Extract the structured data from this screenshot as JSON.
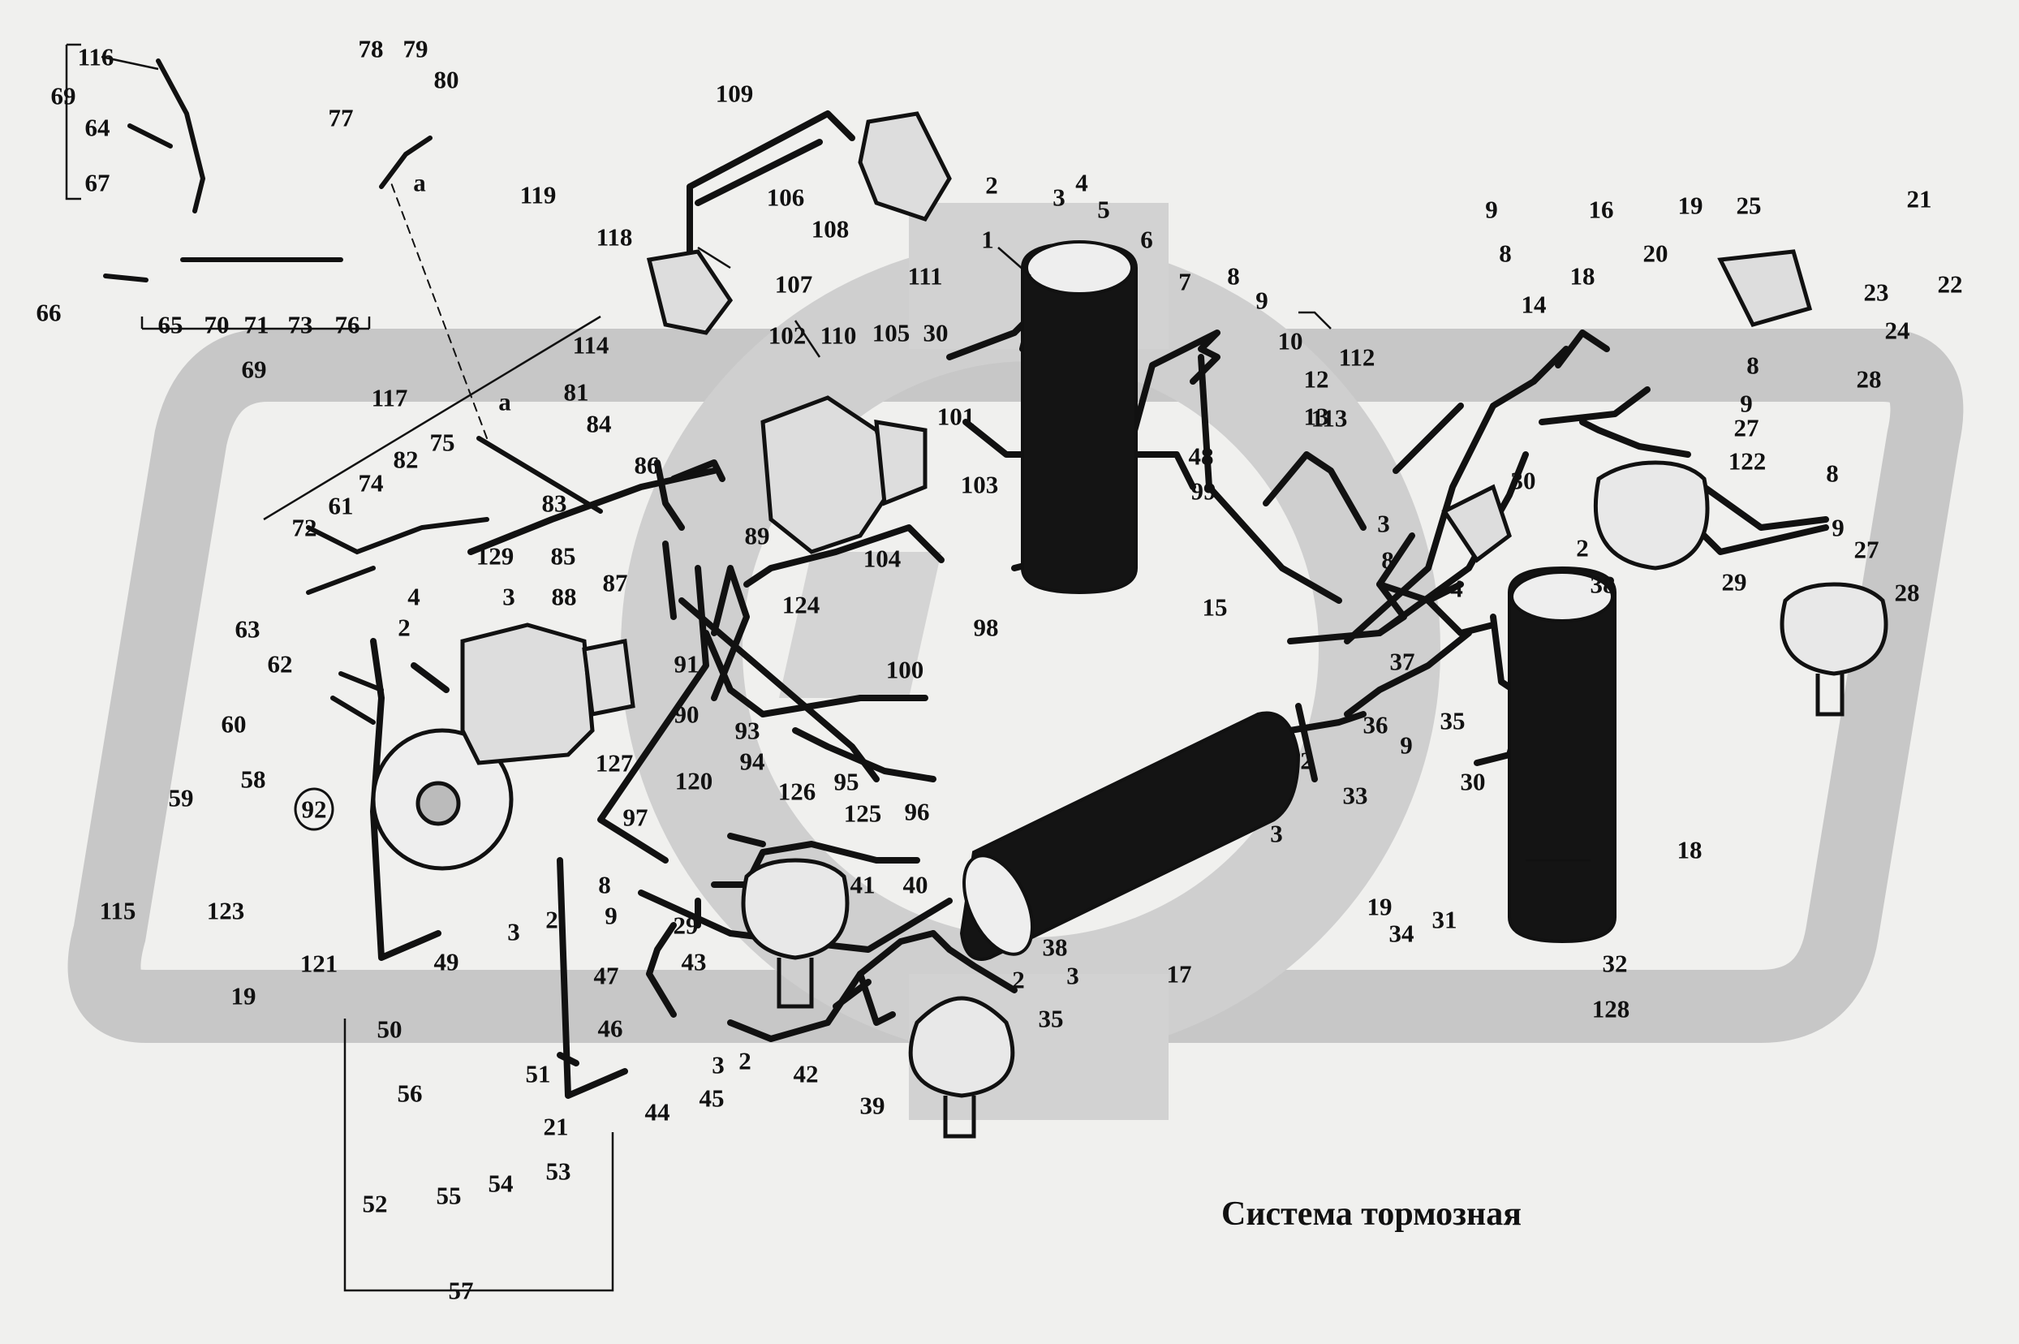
{
  "title": "Система тормозная",
  "labels": [
    "116",
    "69",
    "64",
    "67",
    "66",
    "65",
    "70",
    "71",
    "73",
    "76",
    "69",
    "78",
    "79",
    "80",
    "77",
    "a",
    "109",
    "108",
    "106",
    "107",
    "118",
    "119",
    "114",
    "117",
    "81",
    "a",
    "84",
    "82",
    "75",
    "74",
    "72",
    "61",
    "129",
    "85",
    "87",
    "83",
    "86",
    "63",
    "62",
    "4",
    "3",
    "2",
    "88",
    "60",
    "59",
    "58",
    "92",
    "115",
    "123",
    "19",
    "121",
    "49",
    "3",
    "2",
    "50",
    "51",
    "56",
    "21",
    "53",
    "52",
    "55",
    "54",
    "57",
    "91",
    "90",
    "89",
    "93",
    "94",
    "124",
    "100",
    "127",
    "120",
    "126",
    "95",
    "96",
    "125",
    "97",
    "41",
    "40",
    "8",
    "9",
    "29",
    "43",
    "47",
    "46",
    "3",
    "2",
    "45",
    "44",
    "42",
    "39",
    "35",
    "2",
    "3",
    "38",
    "102",
    "110",
    "105",
    "30",
    "101",
    "103",
    "104",
    "98",
    "111",
    "1",
    "2",
    "3",
    "4",
    "5",
    "6",
    "48",
    "99",
    "7",
    "8",
    "9",
    "10",
    "112",
    "12",
    "13",
    "113",
    "15",
    "9",
    "8",
    "14",
    "30",
    "2",
    "3",
    "8",
    "4",
    "38",
    "37",
    "36",
    "9",
    "35",
    "30",
    "3",
    "2",
    "33",
    "18",
    "19",
    "34",
    "31",
    "32",
    "128",
    "17",
    "16",
    "18",
    "19",
    "25",
    "20",
    "21",
    "22",
    "23",
    "24",
    "28",
    "8",
    "9",
    "27",
    "122",
    "8",
    "9",
    "27",
    "28",
    "29"
  ],
  "colors": {
    "background": "#f0f0ee",
    "watermark": "#c8c8c8",
    "ink": "#111111"
  }
}
